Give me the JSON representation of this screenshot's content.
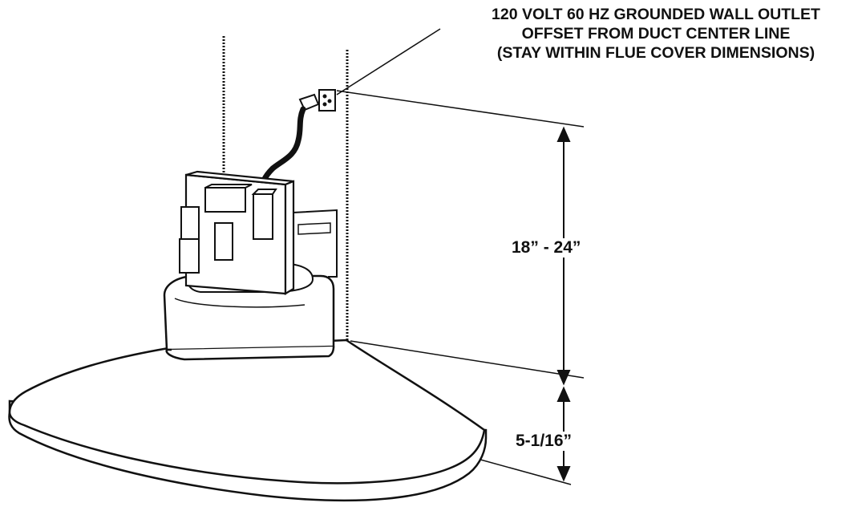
{
  "callout": {
    "line1": "120 VOLT 60 HZ GROUNDED WALL OUTLET",
    "line2": "OFFSET FROM DUCT CENTER LINE",
    "line3": "(STAY WITHIN FLUE COVER DIMENSIONS)"
  },
  "dimensions": {
    "upper": "18” - 24”",
    "lower": "5-1/16”"
  },
  "colors": {
    "ink": "#111111",
    "background": "#ffffff"
  }
}
